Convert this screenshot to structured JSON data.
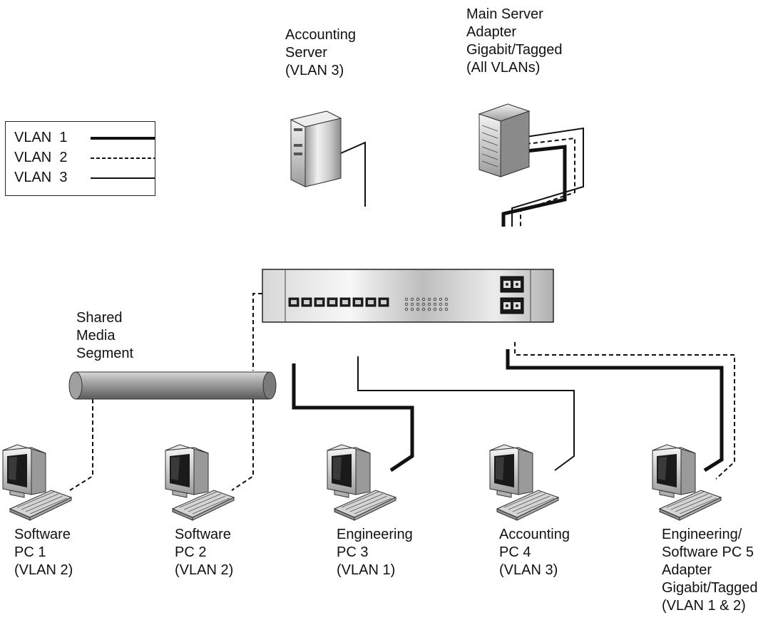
{
  "legend": {
    "items": [
      {
        "name": "VLAN",
        "num": "1",
        "style": "thick"
      },
      {
        "name": "VLAN",
        "num": "2",
        "style": "dashed"
      },
      {
        "name": "VLAN",
        "num": "3",
        "style": "thin"
      }
    ]
  },
  "nodes": {
    "accounting_server": [
      "Accounting",
      "Server",
      "(VLAN 3)"
    ],
    "main_server": [
      "Main Server",
      "Adapter",
      "Gigabit/Tagged",
      "(All VLANs)"
    ],
    "shared_media": [
      "Shared",
      "Media",
      "Segment"
    ],
    "pc1": [
      "Software",
      "PC 1",
      "(VLAN 2)"
    ],
    "pc2": [
      "Software",
      "PC 2",
      "(VLAN 2)"
    ],
    "pc3": [
      "Engineering",
      "PC 3",
      "(VLAN 1)"
    ],
    "pc4": [
      "Accounting",
      "PC 4",
      "(VLAN 3)"
    ],
    "pc5": [
      "Engineering/",
      "Software PC 5",
      "Adapter",
      "Gigabit/Tagged",
      "(VLAN 1 & 2)"
    ]
  },
  "colors": {
    "line": "#111111",
    "metal_light": "#e8e8e8",
    "metal_dark": "#8a8a8a",
    "screen": "#1a1a1a"
  }
}
